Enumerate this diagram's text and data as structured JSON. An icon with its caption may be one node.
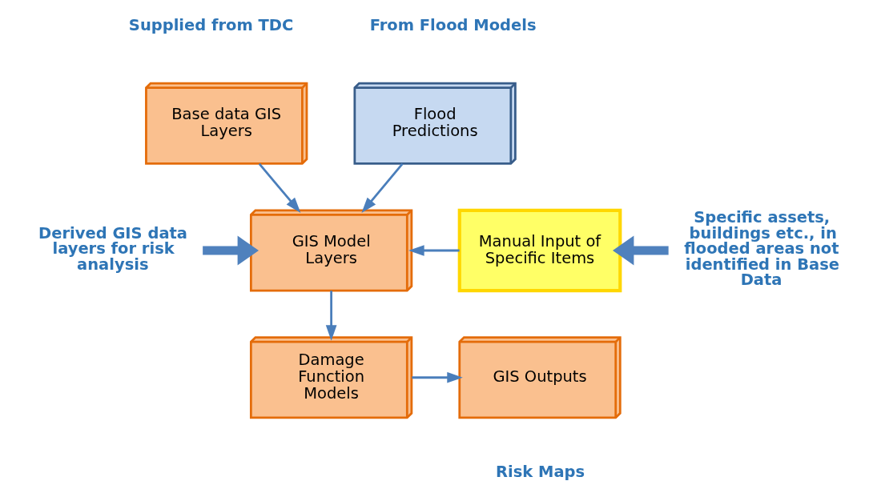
{
  "diagram": {
    "nodes": [
      {
        "text": [
          "Base data GIS Layers"
        ],
        "beside": [
          "Supplied from TDC"
        ]
      },
      {
        "text": [
          "Flood Predictions"
        ],
        "beside": [
          "From Flood Models"
        ]
      },
      {
        "text": [
          "Derived GIS data layers for risk analysis"
        ]
      },
      {
        "text": [
          "GIS Model Layers"
        ]
      },
      {
        "text": [
          "Manual Input of Specific Items"
        ]
      },
      {
        "text": [
          "Specific assets, buildings etc., in flooded areas not identified in Base Data"
        ]
      },
      {
        "text": [
          "Damage Function Models"
        ]
      },
      {
        "text": [
          "GIS Outputs"
        ],
        "beside": [
          "Risk Maps"
        ]
      }
    ],
    "edges": [
      {
        "from": 0,
        "to": 3,
        "arrow": "to"
      },
      {
        "from": 1,
        "to": 3,
        "arrow": "to"
      },
      {
        "from": 4,
        "to": 3,
        "arrow": "to"
      },
      {
        "from": 2,
        "to": 3,
        "arrow": "to",
        "style": "thick"
      },
      {
        "from": 5,
        "to": 4,
        "arrow": "to",
        "style": "thick"
      },
      {
        "from": 3,
        "to": 6,
        "arrow": "to"
      },
      {
        "from": 6,
        "to": 7,
        "arrow": "to"
      }
    ]
  }
}
